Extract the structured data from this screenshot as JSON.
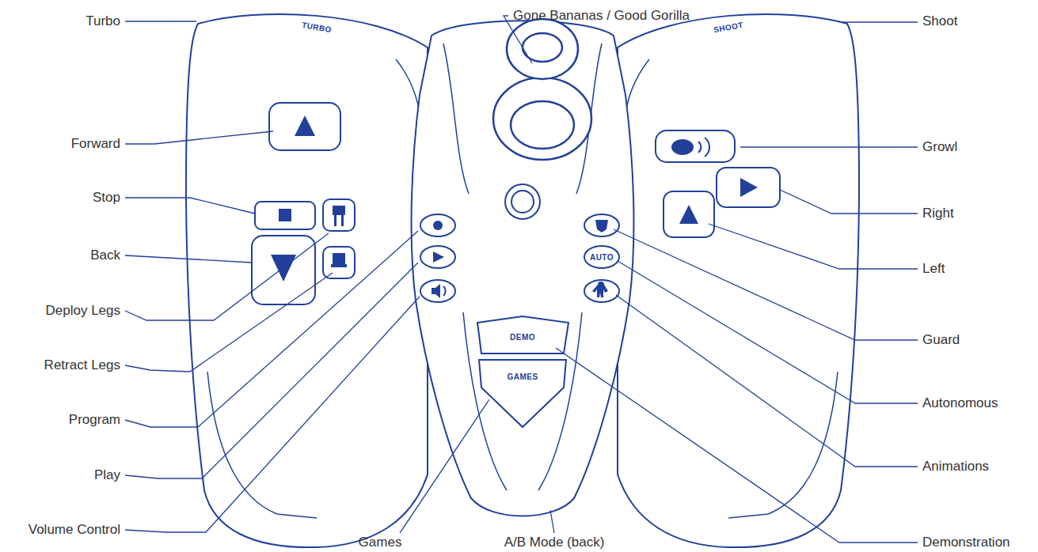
{
  "diagram": {
    "labels": [
      "Gone Bananas / Good Gorilla",
      "Turbo",
      "Shoot",
      "Forward",
      "Growl",
      "Stop",
      "Right",
      "Back",
      "Left",
      "Deploy Legs",
      "Guard",
      "Retract Legs",
      "Autonomous",
      "Program",
      "Animations",
      "Play",
      "Volume Control",
      "Games",
      "A/B Mode (back)",
      "Demonstration",
      "TURBO",
      "SHOOT",
      "DEMO",
      "GAMES",
      "AUTO"
    ]
  }
}
